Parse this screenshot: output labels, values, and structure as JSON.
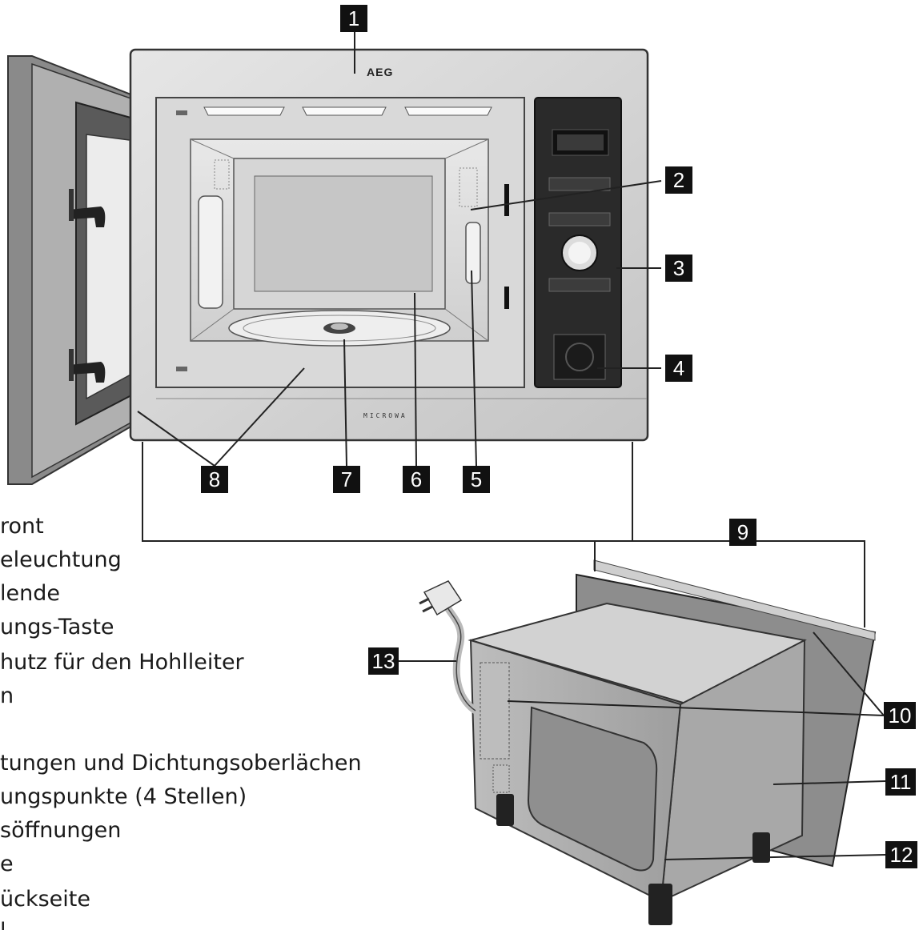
{
  "brand_logo_text": "AEG",
  "front_panel_text": "MICROWA",
  "callouts": [
    "1",
    "2",
    "3",
    "4",
    "5",
    "6",
    "7",
    "8",
    "9",
    "10",
    "11",
    "12",
    "13"
  ],
  "legend_visible_fragments": [
    "ront",
    "eleuchtung",
    "lende",
    "ungs-Taste",
    "hutz für den Hohlleiter",
    "n",
    "",
    "tungen und Dichtungsoberlächen",
    "ungspunkte (4 Stellen)",
    "söffnungen",
    "e",
    "ückseite",
    "l"
  ],
  "colors": {
    "callout_bg": "#111111",
    "callout_fg": "#ffffff",
    "steel": "#d4d4d4",
    "panel_dark": "#2a2a2a",
    "line": "#222222"
  }
}
